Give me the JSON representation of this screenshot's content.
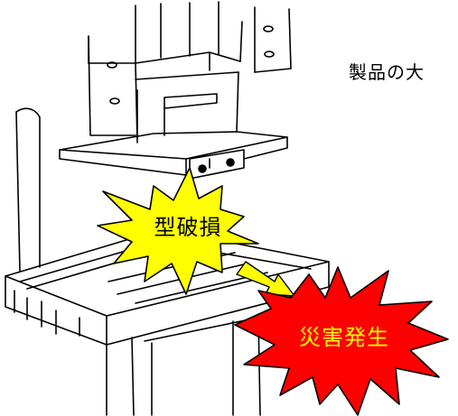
{
  "labels": {
    "side_text": "製品の大",
    "burst_die_damage": "型破損",
    "burst_accident": "災害発生"
  },
  "colors": {
    "line": "#000000",
    "background": "#ffffff",
    "burst_yellow_fill": "#ffff00",
    "burst_red_fill": "#ff0000",
    "burst_red_text": "#ffff00",
    "arrow_fill": "#ffff00"
  },
  "icons": {
    "arrow": "arrow-down-right-icon"
  }
}
